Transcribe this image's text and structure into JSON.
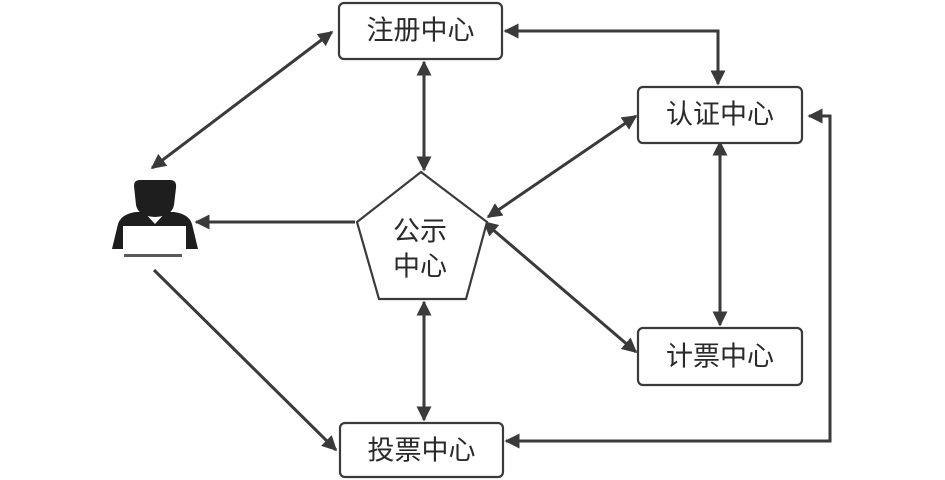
{
  "nodes": {
    "registration": "注册中心",
    "authentication": "认证中心",
    "publication_line1": "公示",
    "publication_line2": "中心",
    "counting": "计票中心",
    "voting": "投票中心"
  },
  "user_icon": "user-icon"
}
